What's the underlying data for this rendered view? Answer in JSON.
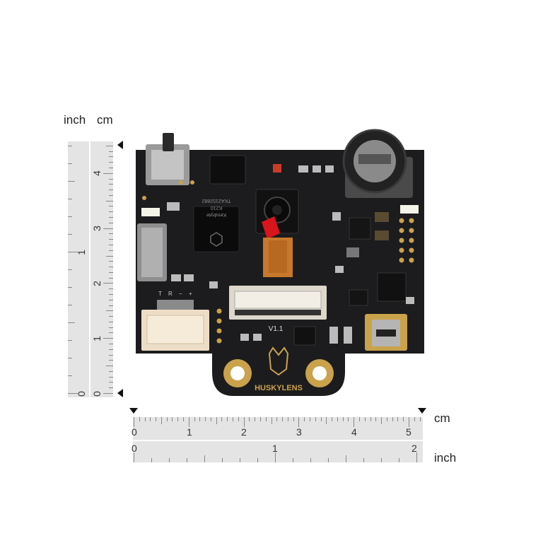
{
  "units": {
    "inch": "inch",
    "cm": "cm"
  },
  "vertical_ruler": {
    "cm_ticks": [
      "0",
      "1",
      "2",
      "3",
      "4"
    ],
    "inch_ticks": [
      "0",
      "1"
    ]
  },
  "horizontal_ruler": {
    "cm_ticks": [
      "0",
      "1",
      "2",
      "3",
      "4",
      "5"
    ],
    "inch_ticks": [
      "0",
      "1",
      "2"
    ]
  },
  "board": {
    "chip_text": [
      "Kendryte",
      "K210",
      "TKA2152882"
    ],
    "version": "V1.1",
    "header_pins": [
      "T",
      "R",
      "−",
      "+"
    ],
    "brand": "HUSKYLENS"
  },
  "colors": {
    "pcb": "#1c1c1e",
    "gold": "#caa24c",
    "ruler": "#e4e4e4",
    "red": "#d8141c",
    "flex": "#c8782a"
  }
}
